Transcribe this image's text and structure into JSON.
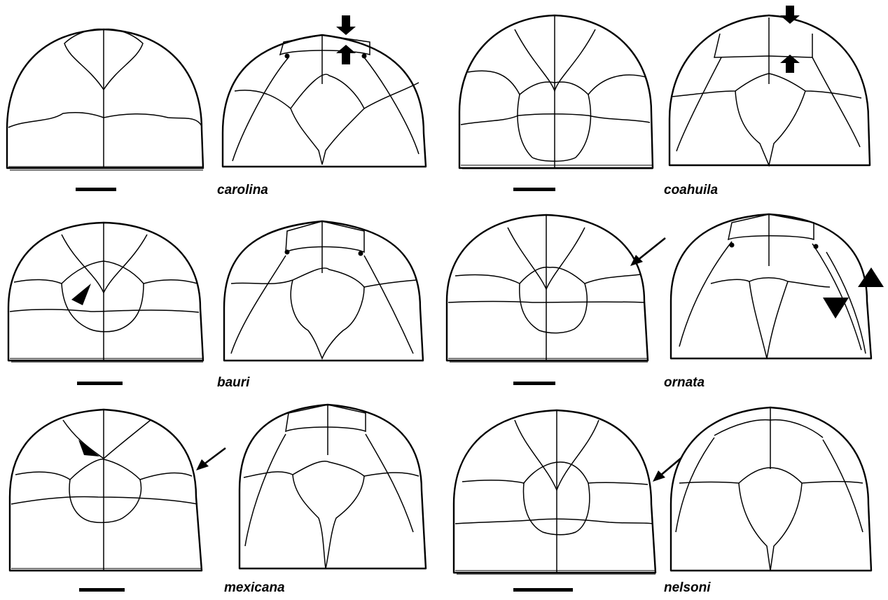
{
  "figure": {
    "panels": [
      {
        "species": "carolina",
        "label": "carolina",
        "scale_bar": true
      },
      {
        "species": "coahuila",
        "label": "coahuila",
        "scale_bar": true
      },
      {
        "species": "bauri",
        "label": "bauri",
        "scale_bar": true
      },
      {
        "species": "ornata",
        "label": "ornata",
        "scale_bar": true
      },
      {
        "species": "mexicana",
        "label": "mexicana",
        "scale_bar": true
      },
      {
        "species": "nelsoni",
        "label": "nelsoni",
        "scale_bar": true
      }
    ],
    "colors": {
      "line": "#000000",
      "background": "#ffffff"
    },
    "views_per_panel": [
      "plastron lobe external view",
      "plastron lobe internal view"
    ],
    "markers": [
      "block-arrow",
      "arrowhead",
      "thin-arrow"
    ]
  }
}
